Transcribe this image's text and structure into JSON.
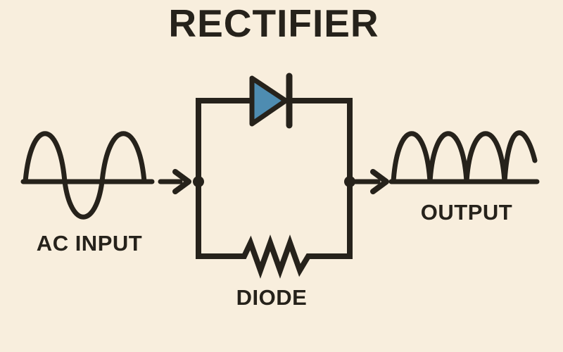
{
  "title": "RECTIFIER",
  "labels": {
    "ac_input": "AC INPUT",
    "diode": "DIODE",
    "output": "OUTPUT"
  },
  "colors": {
    "background": "#f8eedd",
    "ink": "#26221b",
    "diode_fill": "#4e8cb1"
  },
  "components": {
    "input_waveform": "ac-sine-wave",
    "rectifier_element": "diode-symbol",
    "load_element": "resistor-zigzag",
    "output_waveform": "half-wave-rectified"
  }
}
